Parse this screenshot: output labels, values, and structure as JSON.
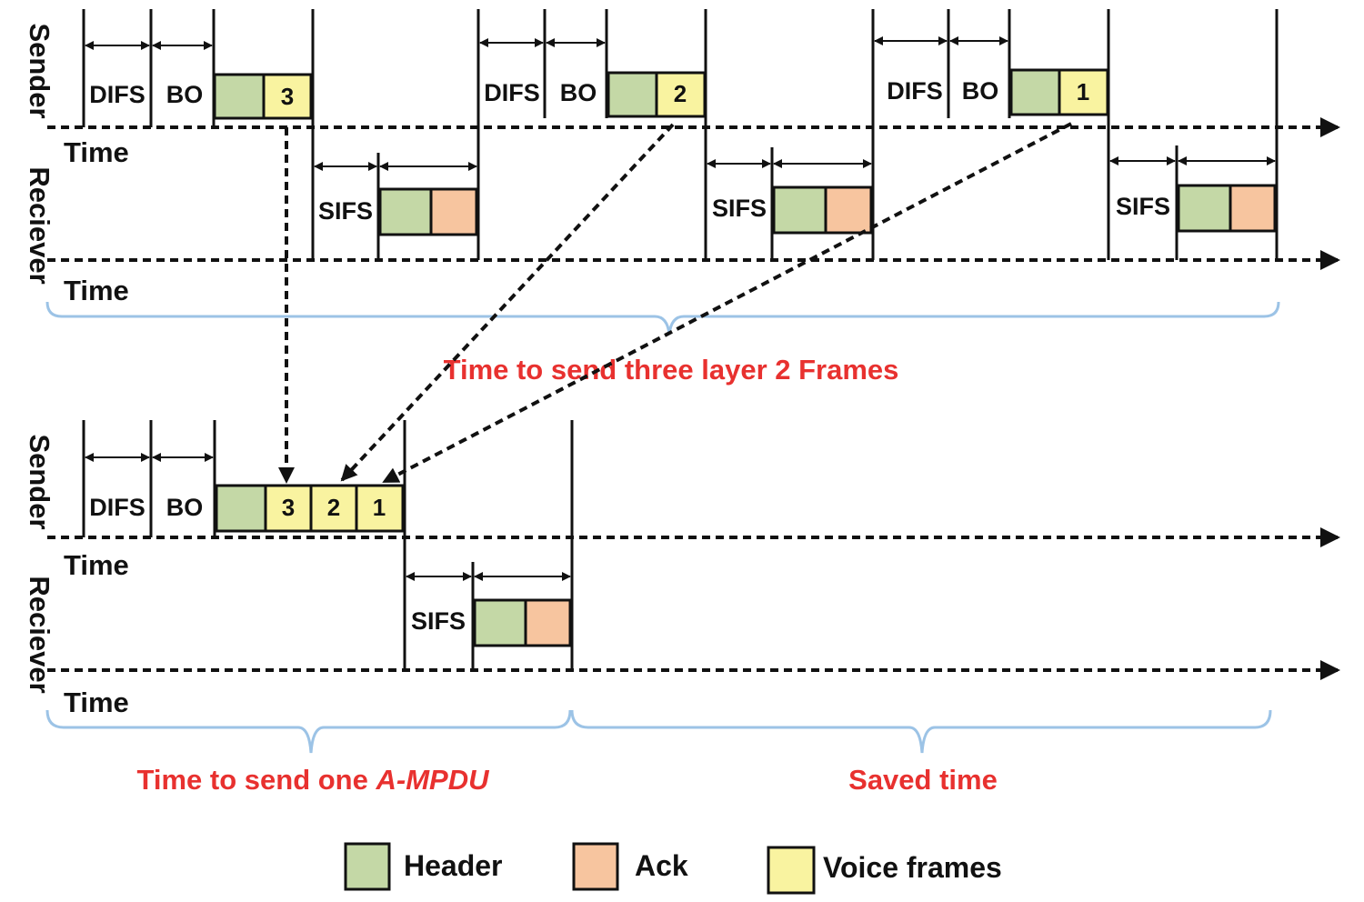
{
  "labels": {
    "sender": "Sender",
    "receiver": "Reciever",
    "time": "Time",
    "difs": "DIFS",
    "bo": "BO",
    "sifs": "SIFS"
  },
  "frames": {
    "first": "3",
    "second": "2",
    "third": "1"
  },
  "aggregate_frames": [
    "3",
    "2",
    "1"
  ],
  "captions": {
    "three_frames": "Time to send three layer 2 Frames",
    "one_ampdu_prefix": "Time to send one ",
    "one_ampdu_term": "A-MPDU",
    "saved_time": "Saved time"
  },
  "legend": {
    "header": "Header",
    "ack": "Ack",
    "voice": "Voice frames"
  },
  "colors": {
    "header": "#c4d8a6",
    "ack": "#f7c59f",
    "voice": "#f9f3a0",
    "caption": "#e8312f",
    "brace": "#9cc3e6",
    "line": "#111111"
  }
}
